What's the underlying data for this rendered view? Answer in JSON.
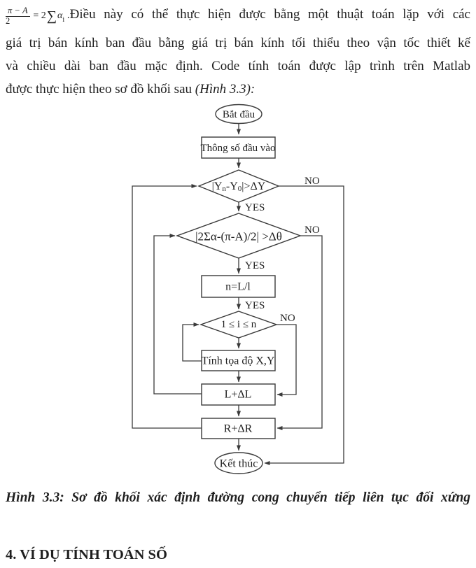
{
  "para": {
    "formula": {
      "num": "π − A",
      "den": "2",
      "eq": "= 2",
      "sum": "∑",
      "var": "α",
      "sub": "i",
      "dot": " . "
    },
    "line1": "Điều này có thể thực hiện được bằng một thuật toán lặp với các",
    "line2": "giá trị bán kính ban đầu bằng giá trị bán kính tối thiểu theo vận tốc thiết kế",
    "line3": "và chiều dài ban đầu mặc định. Code tính toán được lập trình trên Matlab",
    "line4": "được thực hiện theo sơ đồ khối sau ",
    "line4_ref": "(Hình 3.3):"
  },
  "flowchart": {
    "start": "Bắt đầu",
    "input": "Thông số đầu vào",
    "decision1": {
      "p1": "|Y",
      "sub1": "n",
      "p2": "-Y",
      "sub2": "0",
      "p3": "|>ΔY"
    },
    "decision2": "|2Σα-(π-A)/2| >Δθ",
    "process_n": "n=L/l",
    "decision3": "1 ≤ i ≤ n",
    "process_xy": "Tính tọa độ X,Y",
    "process_l": "L+ΔL",
    "process_r": "R+ΔR",
    "end": "Kết thúc",
    "yes": "YES",
    "no": "NO"
  },
  "caption": "Hình 3.3: Sơ đồ khối xác định đường cong chuyển tiếp liên tục đối xứng",
  "heading": "4. VÍ DỤ TÍNH TOÁN SỐ",
  "colors": {
    "ink": "#1f1f1f",
    "line": "#3a3a3a",
    "background": "#ffffff"
  }
}
